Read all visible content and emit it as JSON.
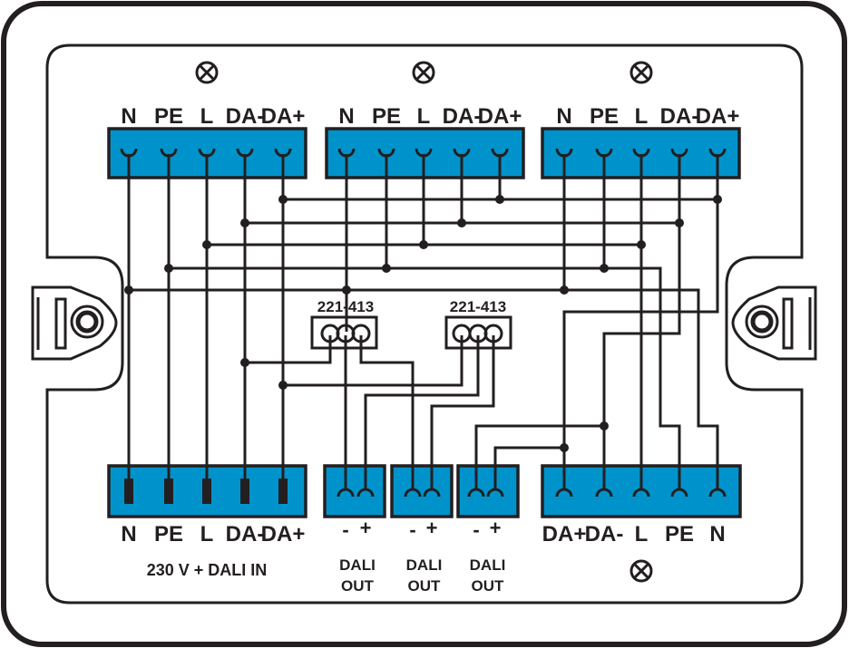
{
  "colors": {
    "terminal_block": "#0093cb",
    "line": "#231f20"
  },
  "top_connectors": [
    {
      "labels": [
        "N",
        "PE",
        "L",
        "DA-",
        "DA+"
      ],
      "lamp_icon": "lamp-symbol"
    },
    {
      "labels": [
        "N",
        "PE",
        "L",
        "DA-",
        "DA+"
      ],
      "lamp_icon": "lamp-symbol"
    },
    {
      "labels": [
        "N",
        "PE",
        "L",
        "DA-",
        "DA+"
      ],
      "lamp_icon": "lamp-symbol"
    }
  ],
  "splice_connectors": [
    {
      "label": "221-413"
    },
    {
      "label": "221-413"
    }
  ],
  "input_connector": {
    "labels": [
      "N",
      "PE",
      "L",
      "DA-",
      "DA+"
    ],
    "caption": "230 V + DALI IN"
  },
  "dali_outputs": [
    {
      "minus": "-",
      "plus": "+",
      "line1": "DALI",
      "line2": "OUT"
    },
    {
      "minus": "-",
      "plus": "+",
      "line1": "DALI",
      "line2": "OUT"
    },
    {
      "minus": "-",
      "plus": "+",
      "line1": "DALI",
      "line2": "OUT"
    }
  ],
  "output_connector": {
    "labels": [
      "DA+",
      "DA-",
      "L",
      "PE",
      "N"
    ],
    "lamp_icon": "lamp-symbol"
  }
}
